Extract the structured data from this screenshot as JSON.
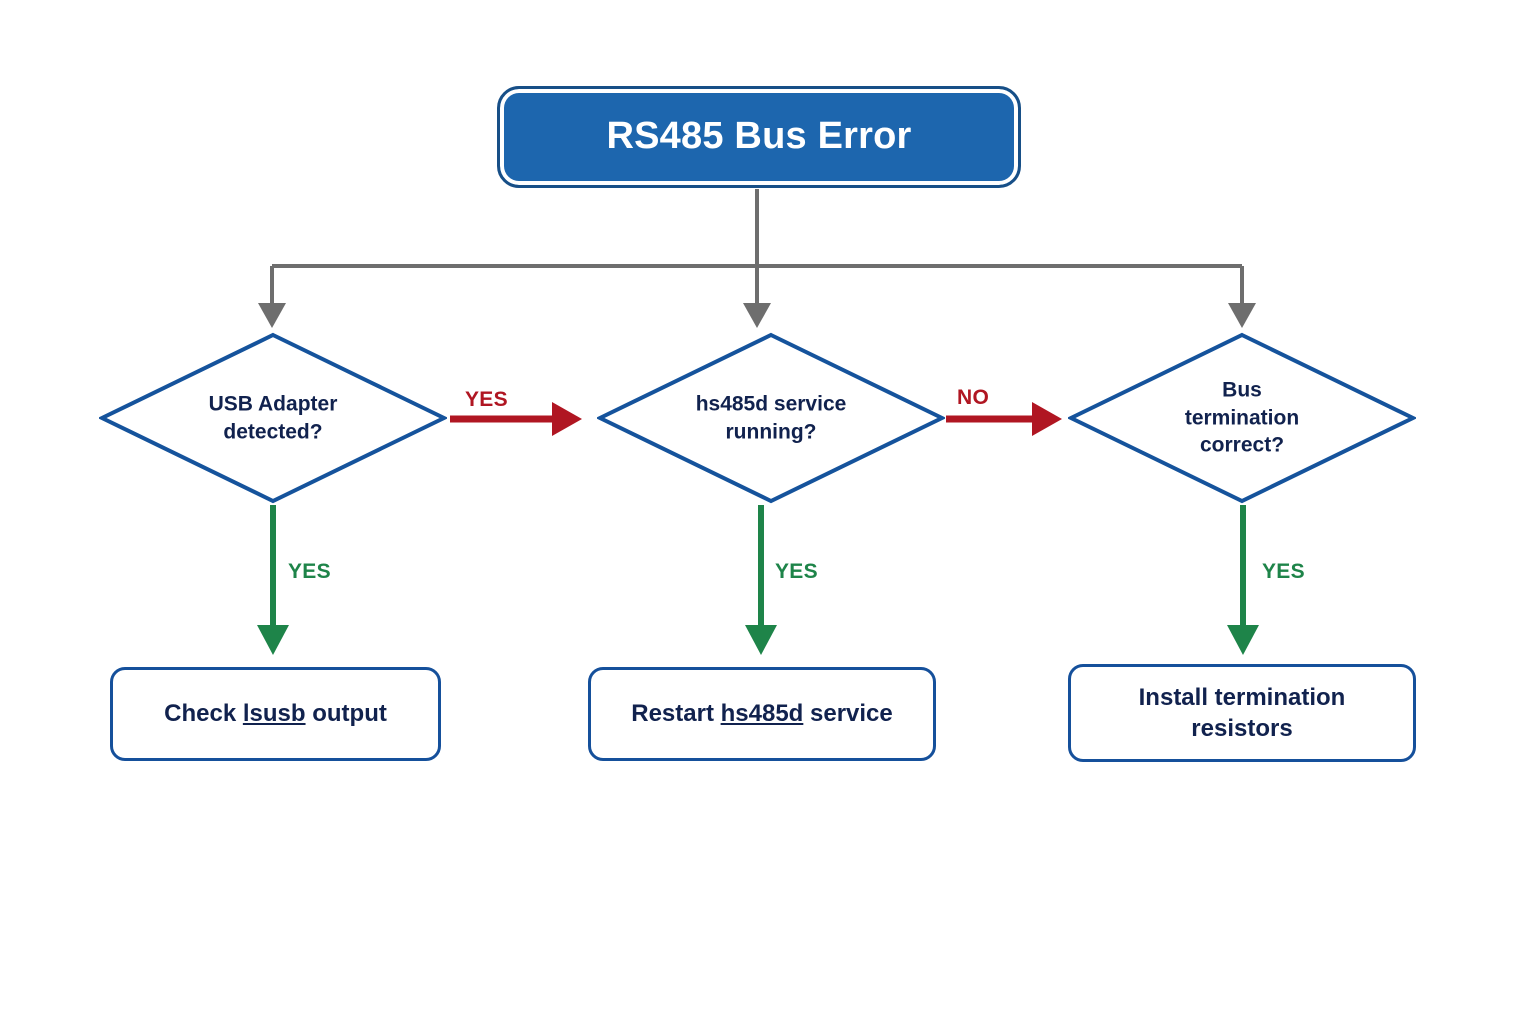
{
  "diagram": {
    "title": "RS485 Bus Error",
    "type": "flowchart",
    "root": {
      "id": "rs485-bus-error",
      "label": "RS485 Bus Error",
      "shape": "rounded-rectangle",
      "fill": "#1D66AE",
      "text_color": "#FFFFFF"
    },
    "decisions": [
      {
        "id": "usb-adapter-detected",
        "label": "USB Adapter\ndetected?",
        "shape": "diamond",
        "stroke": "#15539C",
        "text_color": "#11224E"
      },
      {
        "id": "hs485d-service-running",
        "label": "hs485d service\nrunning?",
        "shape": "diamond",
        "stroke": "#15539C",
        "text_color": "#11224E"
      },
      {
        "id": "bus-termination-correct",
        "label": "Bus\ntermination\ncorrect?",
        "shape": "diamond",
        "stroke": "#15539C",
        "text_color": "#11224E"
      }
    ],
    "actions": [
      {
        "id": "check-lsusb-output",
        "text_before": "Check ",
        "text_code": "lsusb",
        "text_after": " output",
        "shape": "rounded-rectangle",
        "stroke": "#15509B",
        "text_color": "#11224E"
      },
      {
        "id": "restart-hs485d-service",
        "text_before": "Restart ",
        "text_code": "hs485d",
        "text_after": " service",
        "shape": "rounded-rectangle",
        "stroke": "#15509B",
        "text_color": "#11224E"
      },
      {
        "id": "install-termination-resistors",
        "text_before": "Install termination",
        "text_code": "",
        "text_after": "resistors",
        "shape": "rounded-rectangle",
        "stroke": "#15509B",
        "text_color": "#11224E"
      }
    ],
    "edge_labels": {
      "usb_to_service": "YES",
      "service_to_termination": "NO",
      "usb_down": "YES",
      "service_down": "YES",
      "termination_down": "YES"
    },
    "colors": {
      "connector_gray": "#6E6E6E",
      "connector_red": "#B01622",
      "connector_green": "#1E8449",
      "node_blue": "#1D66AE",
      "node_border_blue": "#15509B",
      "text_navy": "#11224E"
    }
  }
}
